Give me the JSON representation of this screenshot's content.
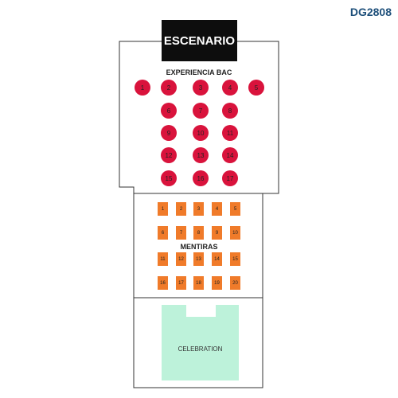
{
  "header": {
    "code": "DG2808"
  },
  "stage": {
    "label": "ESCENARIO"
  },
  "zones": {
    "bac": {
      "label": "EXPERIENCIA BAC",
      "seats": [
        "1",
        "2",
        "3",
        "4",
        "5",
        "6",
        "7",
        "8",
        "9",
        "10",
        "11",
        "12",
        "13",
        "14",
        "15",
        "16",
        "17"
      ]
    },
    "mentiras": {
      "label": "MENTIRAS",
      "tables": [
        "1",
        "2",
        "3",
        "4",
        "5",
        "6",
        "7",
        "8",
        "9",
        "10",
        "11",
        "12",
        "13",
        "14",
        "15",
        "16",
        "17",
        "18",
        "19",
        "20"
      ]
    },
    "celebration": {
      "label": "CELEBRATION"
    }
  },
  "colors": {
    "bac": "#d9133c",
    "mentiras": "#f07b2a",
    "celebration": "#bdf2da",
    "stage": "#0d0d0d",
    "code": "#1d4f7a"
  }
}
